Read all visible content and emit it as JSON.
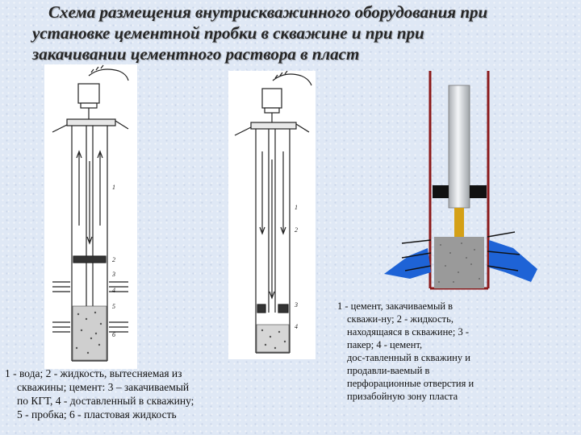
{
  "title": {
    "line1": "Схема размещения внутрискважинного оборудования при",
    "line2": "установке цементной пробки в скважине и при при",
    "line3": "закачивании цементного раствора в пласт"
  },
  "figure1": {
    "labels": [
      "1",
      "2",
      "3",
      "4",
      "5",
      "6"
    ]
  },
  "figure2": {
    "labels": [
      "1",
      "2",
      "3",
      "4"
    ]
  },
  "caption_left": {
    "line1": "1 - вода; 2 - жидкость, вытесняемая из",
    "line2": "скважины; цемент: 3 – закачиваемый",
    "line3": "по КГТ, 4 - доставленный в скважину;",
    "line4": "5 - пробка; 6 - пластовая жидкость"
  },
  "caption_right": {
    "line1": "1 - цемент, закачиваемый в",
    "line2": "скважи-ну; 2 - жидкость,",
    "line3": "находящаяся в скважине; 3 -",
    "line4": "пакер; 4 - цемент,",
    "line5": "дос-тавленный в скважину и",
    "line6": "продавли-ваемый в",
    "line7": "перфорационные отверстия и",
    "line8": "призабойную зону пласта"
  },
  "colors": {
    "casing": "#8b1a1a",
    "tubing_gray": "#c8ccd0",
    "packer": "#111111",
    "injected_cement": "#d4a017",
    "cement_plug": "#9a9a9a",
    "formation_fluid": "#1e63d6"
  }
}
